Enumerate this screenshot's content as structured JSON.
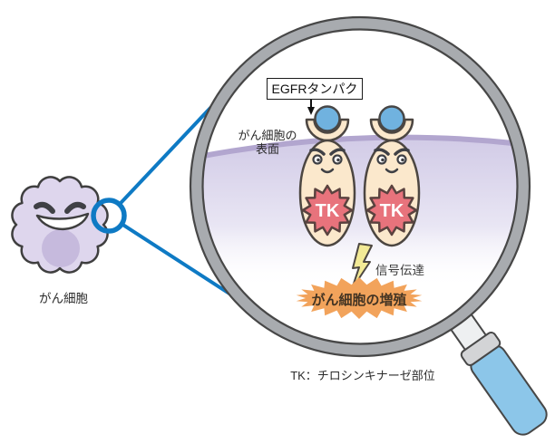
{
  "scene": {
    "cell": {
      "label": "がん細胞"
    },
    "magnifier": {
      "egfr_label": "EGFRタンパク",
      "surface_label": "がん細胞の\n表面",
      "receptors": [
        {
          "tk_label": "TK"
        },
        {
          "tk_label": "TK"
        }
      ],
      "signal_label": "信号伝達",
      "growth_label": "がん細胞の増殖"
    },
    "footnote": "TK：チロシンキナーゼ部位"
  },
  "palette": {
    "accent_blue": "#0e7ac4",
    "rim_gray": "#a8abaf",
    "outline_dark": "#474747",
    "cell_lavender": "#ded6ed",
    "nucleus_lavender": "#c6badd",
    "surface_purple": "#b2a6cf",
    "receptor_cream": "#fbe8cc",
    "egfr_ball_blue": "#70b2df",
    "tk_star_red": "#e8737c",
    "bolt_yellow": "#f3ea96",
    "growth_orange": "#f2a35b",
    "handle_blue": "#8cc6e9"
  }
}
